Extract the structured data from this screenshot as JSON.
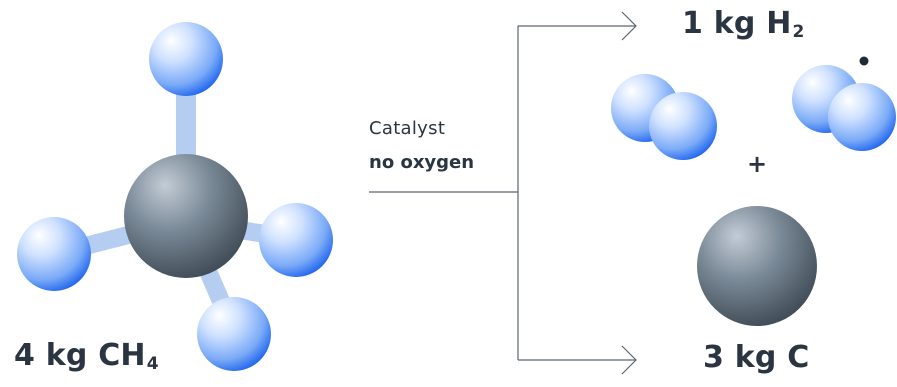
{
  "reactant": {
    "label_main": "4 kg CH",
    "label_sub": "4"
  },
  "conditions": {
    "line1": "Catalyst",
    "line2": "no oxygen"
  },
  "product_hydrogen": {
    "label_main": "1 kg H",
    "label_sub": "2"
  },
  "product_carbon": {
    "label": "3 kg C"
  },
  "symbols": {
    "plus": "+"
  },
  "colors": {
    "hydrogen_light": "#ffffff",
    "hydrogen_mid": "#9ec4ff",
    "hydrogen_dark": "#1d63ee",
    "carbon_light": "#b7c2cd",
    "carbon_mid": "#6d7d8d",
    "carbon_dark": "#3d4a57",
    "bond": "#b5cdf0",
    "text": "#2b3542",
    "line": "#5c6670"
  }
}
